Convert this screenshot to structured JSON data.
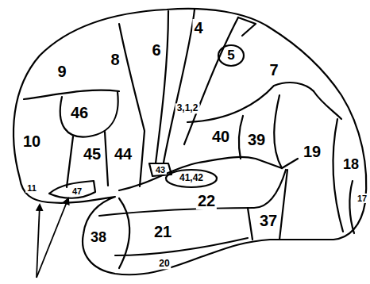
{
  "diagram": {
    "labels": [
      "4",
      "9",
      "8",
      "6",
      "5",
      "7",
      "46",
      "3,1,2",
      "40",
      "39",
      "10",
      "45",
      "44",
      "18",
      "19",
      "43",
      "41,42",
      "22",
      "11",
      "47",
      "17",
      "38",
      "21",
      "37",
      "20"
    ]
  }
}
